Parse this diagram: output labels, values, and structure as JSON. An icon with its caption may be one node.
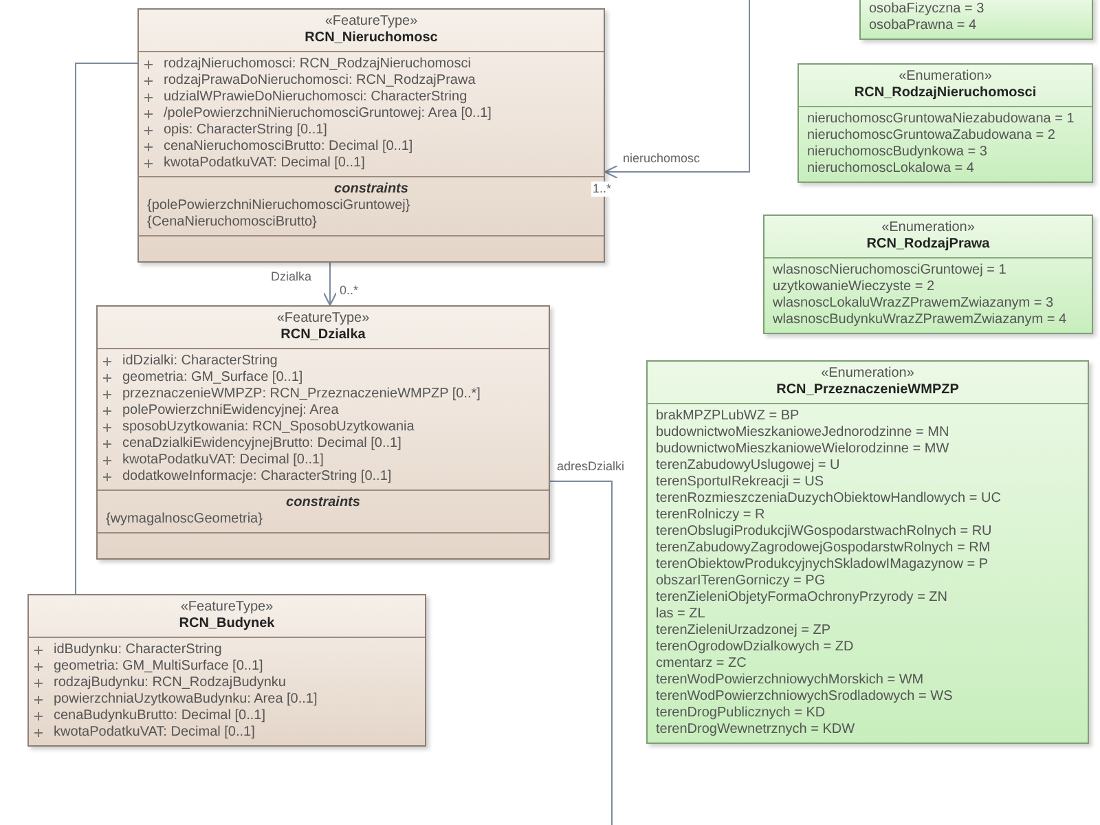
{
  "diagram": {
    "nodes": [
      {
        "text": [
          "«FeatureType»",
          "RCN_Nieruchomosc",
          "rodzajNieruchomosci: RCN_RodzajNieruchomosci",
          "rodzajPrawaDoNieruchomosci: RCN_RodzajPrawa",
          "udzialWPrawieDoNieruchomosci: CharacterString",
          "/polePowierzchniNieruchomosciGruntowej: Area [0..1]",
          "opis: CharacterString [0..1]",
          "cenaNieruchomosciBrutto: Decimal [0..1]",
          "kwotaPodatkuVAT: Decimal [0..1]",
          "constraints",
          "{polePowierzchniNieruchomosciGruntowej}",
          "{CenaNieruchomosciBrutto}"
        ]
      },
      {
        "text": [
          "«FeatureType»",
          "RCN_Dzialka",
          "idDzialki: CharacterString",
          "geometria: GM_Surface [0..1]",
          "przeznaczenieWMPZP: RCN_PrzeznaczenieWMPZP [0..*]",
          "polePowierzchniEwidencyjnej: Area",
          "sposobUzytkowania: RCN_SposobUzytkowania",
          "cenaDzialkiEwidencyjnejBrutto: Decimal [0..1]",
          "kwotaPodatkuVAT: Decimal [0..1]",
          "dodatkoweInformacje: CharacterString [0..1]",
          "constraints",
          "{wymagalnoscGeometria}"
        ]
      },
      {
        "text": [
          "«FeatureType»",
          "RCN_Budynek",
          "idBudynku: CharacterString",
          "geometria: GM_MultiSurface [0..1]",
          "rodzajBudynku: RCN_RodzajBudynku",
          "powierzchniaUzytkowaBudynku: Area [0..1]",
          "cenaBudynkuBrutto: Decimal [0..1]",
          "kwotaPodatkuVAT: Decimal [0..1]"
        ]
      },
      {
        "text": [
          "osobaFizyczna = 3",
          "osobaPrawna = 4"
        ]
      },
      {
        "text": [
          "«Enumeration»",
          "RCN_RodzajNieruchomosci",
          "nieruchomoscGruntowaNiezabudowana = 1",
          "nieruchomoscGruntowaZabudowana = 2",
          "nieruchomoscBudynkowa = 3",
          "nieruchomoscLokalowa = 4"
        ]
      },
      {
        "text": [
          "«Enumeration»",
          "RCN_RodzajPrawa",
          "wlasnoscNieruchomosciGruntowej = 1",
          "uzytkowanieWieczyste = 2",
          "wlasnoscLokaluWrazZPrawemZwiazanym = 3",
          "wlasnoscBudynkuWrazZPrawemZwiazanym = 4"
        ]
      },
      {
        "text": [
          "«Enumeration»",
          "RCN_PrzeznaczenieWMPZP",
          "brakMPZPLubWZ = BP",
          "budownictwoMieszkanioweJednorodzinne = MN",
          "budownictwoMieszkanioweWielorodzinne = MW",
          "terenZabudowyUslugowej = U",
          "terenSportuIRekreacji = US",
          "terenRozmieszczeniaDuzychObiektowHandlowych = UC",
          "terenRolniczy = R",
          "terenObslugiProdukcjiWGospodarstwachRolnych = RU",
          "terenZabudowyZagrodowejGospodarstwRolnych = RM",
          "terenObiektowProdukcyjnychSkladowIMagazynow = P",
          "obszarITerenGorniczy = PG",
          "terenZieleniObjetyFormaOchronyPrzyrody = ZN",
          "las = ZL",
          "terenZieleniUrzadzonej = ZP",
          "terenOgrodowDzialkowych = ZD",
          "cmentarz = ZC",
          "terenWodPowierzchniowychMorskich = WM",
          "terenWodPowierzchniowychSrodladowych = WS",
          "terenDrogPublicznych = KD",
          "terenDrogWewnetrznych = KDW"
        ]
      }
    ],
    "edges": [
      {
        "from": 0,
        "to": 1,
        "arrow": "to",
        "label": "Dzialka"
      },
      {
        "from": null,
        "to": 0,
        "arrow": "to",
        "label": "nieruchomosc"
      },
      {
        "from": 2,
        "to": 0,
        "arrow": "none"
      },
      {
        "from": 1,
        "to": null,
        "arrow": "none",
        "label": "adresDzialki"
      }
    ],
    "labels": [
      "0..*",
      "1..*"
    ]
  }
}
